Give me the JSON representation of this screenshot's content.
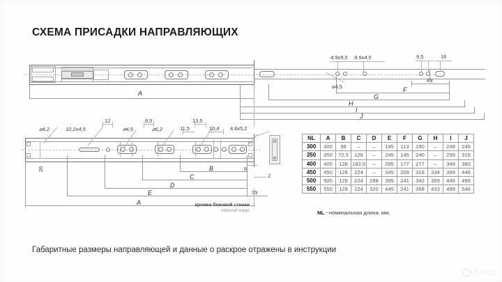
{
  "page": {
    "title": "СХЕМА ПРИСАДКИ НАПРАВЛЯЮЩИХ",
    "footnote": "Габаритные размеры направляющей и данные о раскрое отражены в инструкции",
    "watermark": "Avito"
  },
  "top_view": {
    "dimension_letters": [
      "A",
      "F",
      "G",
      "H",
      "I",
      "J"
    ],
    "labels": {
      "hole_a": "4,5x9,5",
      "hole_b": "9,5x4,5",
      "dim_95": "9,5",
      "dim_16": "16",
      "dim_49": "49",
      "dia_45": "⌀4,5"
    }
  },
  "bottom_view": {
    "dimension_letters": [
      "A",
      "B",
      "C",
      "D",
      "E"
    ],
    "labels": {
      "dia_42": "⌀4,2",
      "slot_102x45": "10,2x4,5",
      "dim_12": "12",
      "dia_45": "⌀4,5",
      "dim_85": "8,5",
      "dia_62": "⌀6,2",
      "dim_135": "13,5",
      "dim_115": "11,5",
      "dim_104": "10,4",
      "slot_46x52": "4,6x5,2",
      "dim_20": "20",
      "dim_6": "6",
      "dim_2": "2",
      "dim_35": "35"
    },
    "edge_caption": {
      "ru": "кромка боковой стенки",
      "en": "sidewall edge"
    }
  },
  "table": {
    "columns": [
      "NL",
      "A",
      "B",
      "C",
      "D",
      "E",
      "F",
      "G",
      "H",
      "I",
      "J"
    ],
    "rows": [
      [
        "300",
        "300",
        "96",
        "–",
        "–",
        "195",
        "113",
        "190",
        "–",
        "249",
        "245"
      ],
      [
        "350",
        "350",
        "72,5",
        "128",
        "–",
        "245",
        "145",
        "240",
        "–",
        "299",
        "316"
      ],
      [
        "400",
        "400",
        "128",
        "183,5",
        "–",
        "295",
        "177",
        "277",
        "–",
        "349",
        "380"
      ],
      [
        "450",
        "450",
        "128",
        "224",
        "–",
        "345",
        "209",
        "318",
        "334",
        "399",
        "446"
      ],
      [
        "500",
        "500",
        "128",
        "224",
        "288",
        "395",
        "241",
        "342",
        "369",
        "449",
        "496"
      ],
      [
        "550",
        "550",
        "128",
        "224",
        "320",
        "445",
        "241",
        "368",
        "433",
        "499",
        "546"
      ]
    ],
    "note_key": "NL",
    "note_text": " - номинальная длина, мм."
  }
}
